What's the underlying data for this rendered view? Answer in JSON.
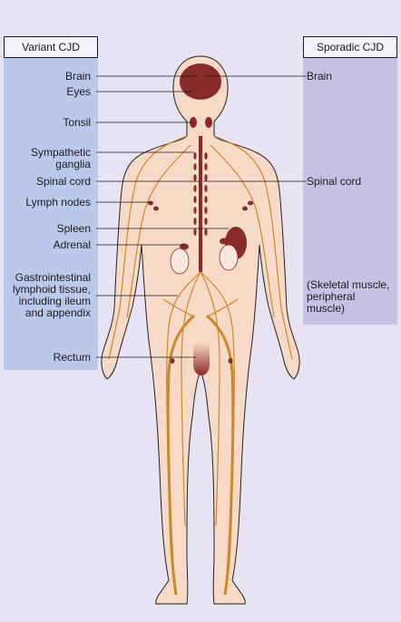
{
  "panels": {
    "left_title": "Variant CJD",
    "right_title": "Sporadic CJD"
  },
  "left_labels": [
    "Brain",
    "Eyes",
    "Tonsil",
    "Sympathetic\nganglia",
    "Spinal cord",
    "Lymph nodes",
    "Spleen",
    "Adrenal",
    "Gastrointestinal\nlymphoid tissue,\nincluding ileum\nand appendix",
    "Rectum"
  ],
  "right_labels": [
    "Brain",
    "Spinal cord",
    "(Skeletal muscle,\nperipheral\nmuscle)"
  ],
  "colors": {
    "background": "#e7e3f2",
    "left_panel": "#b9c9ea",
    "right_panel": "#c9c1e3",
    "skin": "#f7d9c8",
    "body_outline": "#222222",
    "nerve": "#c98a2b",
    "organ": "#8a2b2b"
  }
}
